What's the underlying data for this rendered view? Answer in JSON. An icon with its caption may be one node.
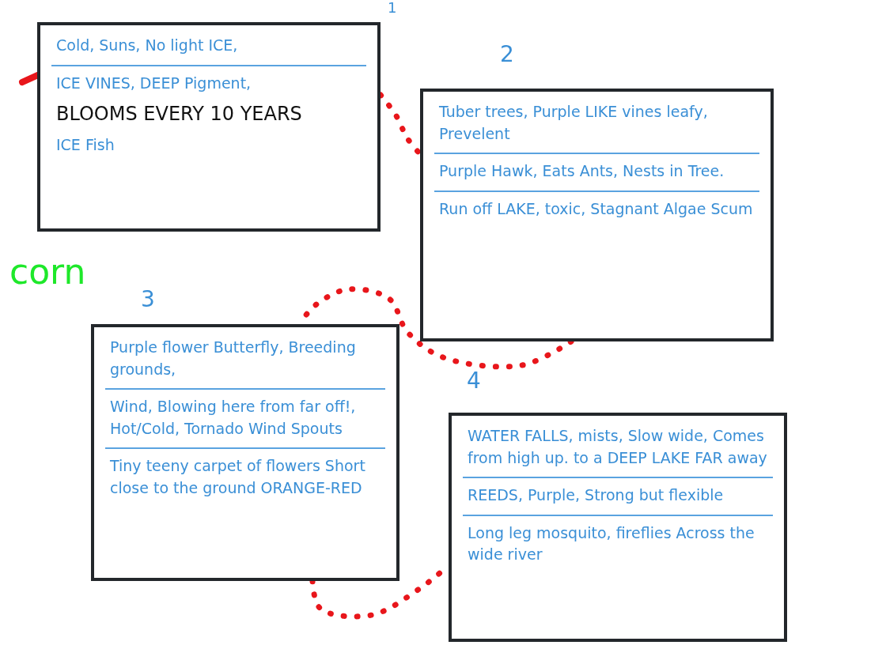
{
  "diagram": {
    "nodes": [
      {
        "text": [
          "Cold, Suns, No light ICE,",
          "ICE VINES, DEEP Pigment,",
          "BLOOMS EVERY 10 YEARS",
          "ICE Fish"
        ],
        "beside": [
          "1"
        ]
      },
      {
        "text": [
          "Tuber trees, Purple LIKE vines leafy, Prevelent",
          "Purple Hawk, Eats Ants, Nests in Tree.",
          "Run off LAKE, toxic, Stagnant Algae Scum"
        ],
        "beside": [
          "2"
        ]
      },
      {
        "text": [
          "Purple flower Butterfly, Breeding grounds,",
          "Wind, Blowing here from far off!, Hot/Cold, Tornado Wind Spouts",
          "Tiny teeny carpet of flowers Short close to the ground ORANGE-RED"
        ],
        "beside": [
          "3"
        ]
      },
      {
        "text": [
          "WATER FALLS, mists, Slow wide, Comes from high up. to a DEEP LAKE FAR away",
          "REEDS, Purple, Strong but flexible",
          "Long leg mosquito, fireflies Across the wide river"
        ],
        "beside": [
          "4"
        ]
      }
    ],
    "edges": [
      {
        "from": 0,
        "to": 1,
        "arrow": "none",
        "style": "dashed"
      },
      {
        "from": 1,
        "to": 2,
        "arrow": "none",
        "style": "dashed"
      },
      {
        "from": 2,
        "to": 3,
        "arrow": "none",
        "style": "dashed"
      }
    ],
    "labels": [
      "corn"
    ]
  }
}
